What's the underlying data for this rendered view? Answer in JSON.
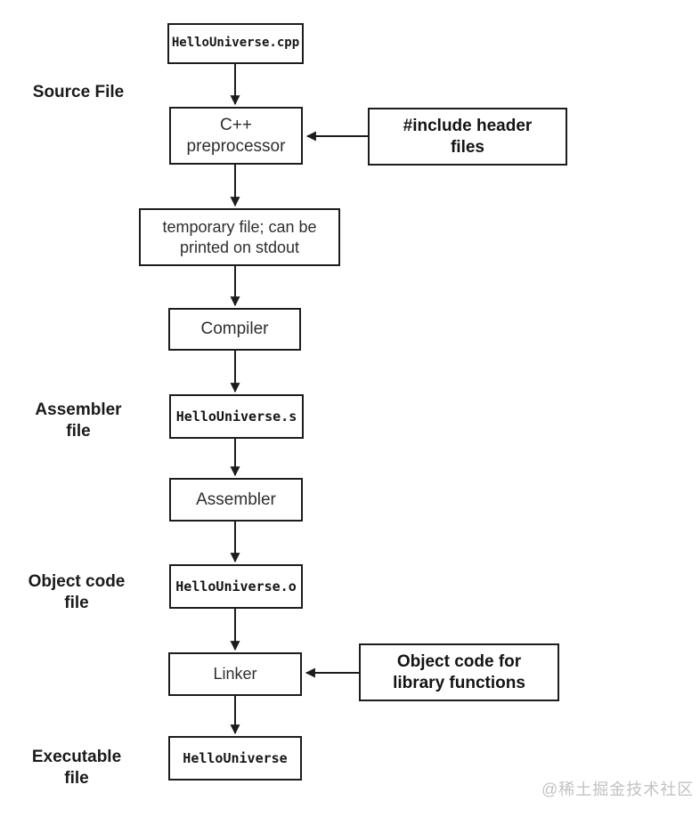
{
  "diagram": {
    "stage_labels": [
      {
        "id": "source-file",
        "label": "Source File"
      },
      {
        "id": "assembler-file",
        "label": "Assembler file"
      },
      {
        "id": "object-code-file",
        "label": "Object code file"
      },
      {
        "id": "executable-file",
        "label": "Executable file"
      }
    ],
    "main_flow": [
      {
        "id": "source-file-box",
        "label": "HelloUniverse.cpp",
        "style": "monospace"
      },
      {
        "id": "preprocessor",
        "label": "C++ preprocessor"
      },
      {
        "id": "temp-file",
        "label": "temporary file; can be printed on stdout"
      },
      {
        "id": "compiler",
        "label": "Compiler"
      },
      {
        "id": "assembly-file-box",
        "label": "HelloUniverse.s",
        "style": "monospace"
      },
      {
        "id": "assembler",
        "label": "Assembler"
      },
      {
        "id": "object-file-box",
        "label": "HelloUniverse.o",
        "style": "monospace"
      },
      {
        "id": "linker",
        "label": "Linker"
      },
      {
        "id": "executable-box",
        "label": "HelloUniverse",
        "style": "monospace"
      }
    ],
    "side_inputs": [
      {
        "id": "header-files",
        "label": "#include header files",
        "target": "preprocessor"
      },
      {
        "id": "library-object-code",
        "label": "Object code for library functions",
        "target": "linker"
      }
    ],
    "watermark": "@稀土掘金技术社区",
    "colors": {
      "background": "#ffffff",
      "line": "#1c1c1c",
      "watermark": "#c3c2c2"
    }
  }
}
